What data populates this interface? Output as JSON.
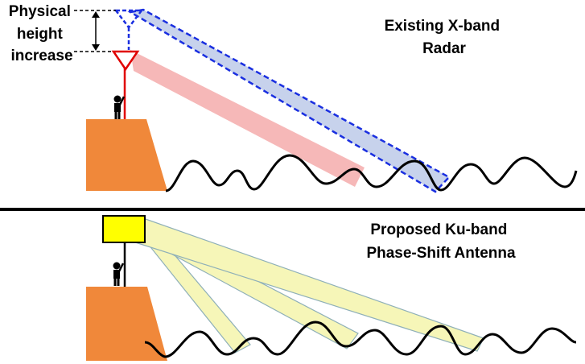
{
  "top_panel": {
    "height_label": [
      "Physical",
      "height",
      "increase"
    ],
    "radar_label": [
      "Existing X-band",
      "Radar"
    ]
  },
  "bottom_panel": {
    "antenna_label": [
      "Proposed Ku-band",
      "Phase-Shift Antenna"
    ]
  },
  "colors": {
    "terrain": "#f0883a",
    "x_band_beam": "#c7d2ec",
    "x_band_outline": "#1a2fe0",
    "low_beam": "#f6b8b8",
    "antenna_mast": "#e00000",
    "ku_beam": "#f6f6b8",
    "ku_beam_outline": "#8fb0b8",
    "ku_antenna": "#ffff00",
    "wave": "#000000"
  },
  "icons": {
    "person": "person-icon",
    "antenna": "triangle-antenna-icon"
  }
}
